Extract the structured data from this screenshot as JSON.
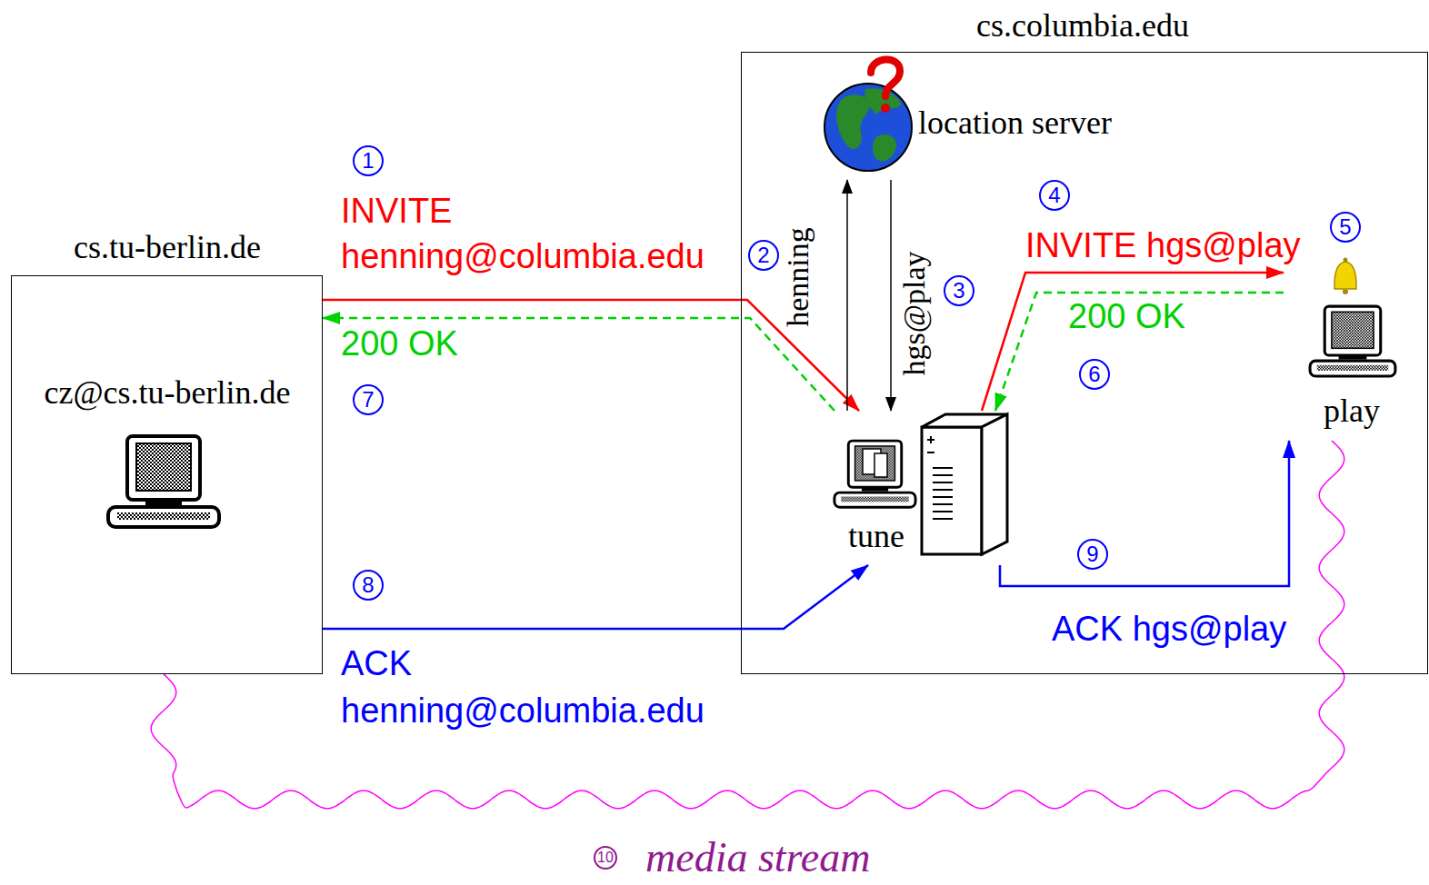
{
  "diagram": {
    "nodes": [
      {
        "text": [
          "cs.tu-berlin.de",
          "cz@cs.tu-berlin.de"
        ]
      },
      {
        "text": [
          "cs.columbia.edu"
        ]
      },
      {
        "text": [
          "location server"
        ],
        "in": 1
      },
      {
        "text": [
          "tune"
        ],
        "in": 1
      },
      {
        "text": [
          "play"
        ],
        "in": 1
      }
    ],
    "edges": [
      {
        "from": 0,
        "to": 3,
        "label": "INVITE henning@columbia.edu",
        "arrow": "to"
      },
      {
        "from": 3,
        "to": 0,
        "label": "200 OK",
        "arrow": "to"
      },
      {
        "from": 3,
        "to": 2,
        "label": "henning",
        "arrow": "to"
      },
      {
        "from": 2,
        "to": 3,
        "label": "hgs@play",
        "arrow": "to"
      },
      {
        "from": 3,
        "to": 4,
        "label": "INVITE hgs@play",
        "arrow": "to"
      },
      {
        "from": 4,
        "to": 3,
        "label": "200 OK",
        "arrow": "to"
      },
      {
        "from": 0,
        "to": 3,
        "label": "ACK henning@columbia.edu",
        "arrow": "to"
      },
      {
        "from": 3,
        "to": 4,
        "label": "ACK hgs@play",
        "arrow": "to"
      },
      {
        "from": 0,
        "to": 4,
        "label": "media stream",
        "arrow": "none"
      }
    ],
    "labels": [
      "1",
      "2",
      "3",
      "4",
      "5",
      "6",
      "7",
      "8",
      "9",
      "10"
    ]
  }
}
